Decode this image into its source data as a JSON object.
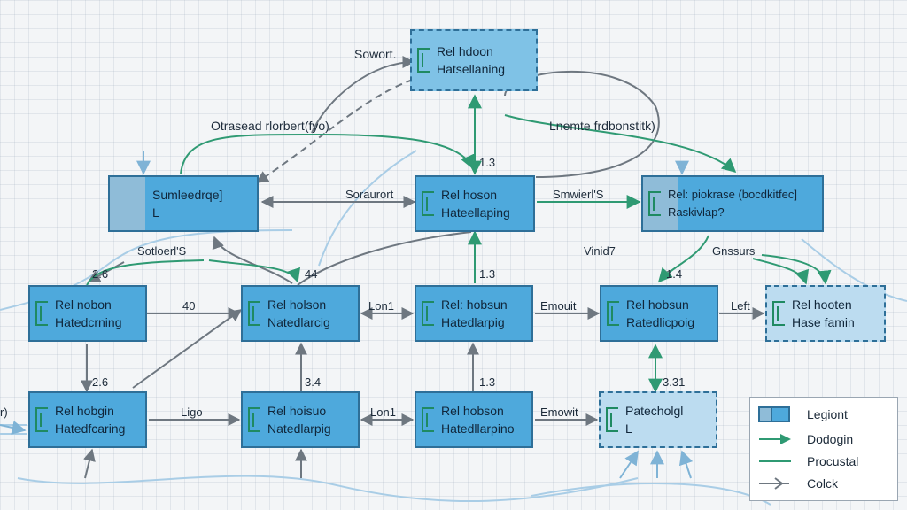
{
  "nodes": [
    {
      "id": "top",
      "line1": "Rel hdoon",
      "line2": "Hatsellaning"
    },
    {
      "id": "left-hub",
      "line1": "Sumleedrqe]",
      "line2": "L"
    },
    {
      "id": "center-hub",
      "line1": "Rel hoson",
      "line2": "Hateellaping"
    },
    {
      "id": "right-hub",
      "line1": "Rel: piokrase (bocdkitfec]",
      "line2": "Raskivlap?"
    },
    {
      "id": "r3c1",
      "line1": "Rel nobon",
      "line2": "Hatedcrning"
    },
    {
      "id": "r3c2",
      "line1": "Rel holson",
      "line2": "Natedlarcig"
    },
    {
      "id": "r3c3",
      "line1": "Rel: hobsun",
      "line2": "Hatedlarpig"
    },
    {
      "id": "r3c4",
      "line1": "Rel hobsun",
      "line2": "Ratedlicpoig"
    },
    {
      "id": "r3c5",
      "line1": "Rel hooten",
      "line2": "Hase famin"
    },
    {
      "id": "r4c1",
      "line1": "Rel hobgin",
      "line2": "Hatedfcaring"
    },
    {
      "id": "r4c2",
      "line1": "Rel hoisuo",
      "line2": "Natedlarpig"
    },
    {
      "id": "r4c3",
      "line1": "Rel hobson",
      "line2": "Hatedllarpino"
    },
    {
      "id": "r4c4",
      "line1": "Patecholgl",
      "line2": "L"
    }
  ],
  "labels": {
    "sowort": "Sowort.",
    "otrasead": "Otrasead rlorbert(fyo)",
    "lnemte": "Lnemte frdbonstitk)",
    "soraurort": "Soraurort",
    "smwierls": "Smwierl'S",
    "n13a": "1.3",
    "sotloerts": "Sotloerl'S",
    "vinidt": "Vinid7",
    "gnssurs": "Gnssurs",
    "n26a": "2.6",
    "n44": "44",
    "n13b": "1.3",
    "n14": "1.4",
    "n40": "40",
    "lon1a": "Lon1",
    "emouit": "Emouit",
    "left": "Left",
    "n26b": "2.6",
    "n34": "3.4",
    "n13c": "1.3",
    "n331": "3.31",
    "ligo": "Ligo",
    "lon1b": "Lon1",
    "emowit": "Emowit",
    "edge_left": "r)"
  },
  "legend": {
    "title": "Legiont",
    "item1": "Dodogin",
    "item2": "Procustal",
    "item3": "Colck"
  },
  "colors": {
    "node_fill": "#4ea9dc",
    "node_border": "#2e6f98",
    "green": "#2f9a73",
    "gray": "#6e7780",
    "light_blue": "#9fcbe6"
  }
}
